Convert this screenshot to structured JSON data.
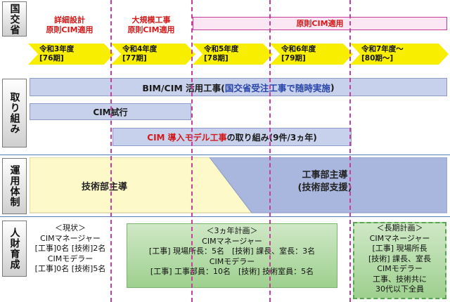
{
  "side_labels": {
    "ministry": "国交省",
    "initiatives": "取り組み",
    "operation": "運用体制",
    "hr": "人財育成"
  },
  "phases": {
    "p1_line1": "詳細設計",
    "p1_line2": "原則CIM適用",
    "p2_line1": "大規模工事",
    "p2_line2": "原則CIM適用",
    "p3": "原則CIM適用"
  },
  "years": [
    {
      "name": "令和3年度",
      "term": "[76期]"
    },
    {
      "name": "令和4年度",
      "term": "[77期]"
    },
    {
      "name": "令和5年度",
      "term": "[78期]"
    },
    {
      "name": "令和6年度",
      "term": "[79期]"
    },
    {
      "name": "令和7年度～",
      "term": "[80期～]"
    }
  ],
  "initiatives": {
    "bim_prefix": "BIM/CIM 活用工事(",
    "bim_blue": "国交省受注工事で随時実施",
    "bim_suffix": ")",
    "cim_trial": "CIM試行",
    "model_red": "CIM 導入モデル工事",
    "model_suffix": "の取り組み(9件/3ヵ年)"
  },
  "operation": {
    "tech_lead": "技術部主導",
    "const_lead_line1": "工事部主導",
    "const_lead_line2": "(技術部支援)"
  },
  "hr": {
    "current": {
      "title": "＜現状＞",
      "l1": "CIMマネージャー",
      "l2": "[工事]0名 [技術]2名",
      "l3": "CIMモデラー",
      "l4": "[工事]0名 [技術]5名"
    },
    "three_year": {
      "title": "＜3ヵ年計画＞",
      "l1": "CIMマネージャー",
      "l2": "[工事] 現場所長：5名　[技術] 課長、室長：3名",
      "l3": "CIMモデラー",
      "l4": "[工事] 工事部員：10名　[技術] 技術室員：5名"
    },
    "long_term": {
      "title": "＜長期計画＞",
      "l1": "CIMマネージャー",
      "l2": "[工事] 現場所長",
      "l3": "[技術] 課長、室長",
      "l4": "CIMモデラー",
      "l5": "工事、技術共に",
      "l6": "30代以下全員"
    }
  },
  "colors": {
    "accent_red": "#d11a1a",
    "dashed_magenta": "#c83c9a",
    "chevron_yellow": "#f8ef00",
    "bar_blue": "#c8d1ec",
    "tech_yellow": "#fdf9c9",
    "const_blue": "#a9b6dd",
    "green": "#9ed08f"
  }
}
